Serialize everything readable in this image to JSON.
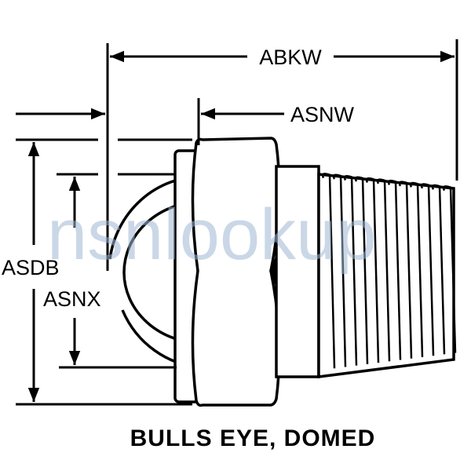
{
  "diagram": {
    "title": "BULLS EYE, DOMED",
    "dimensions": {
      "overall_length": "ABKW",
      "flange_to_end": "ASNW",
      "flange_diameter": "ASDB",
      "dome_diameter": "ASNX"
    },
    "watermark": "nsnlookup",
    "colors": {
      "line": "#000000",
      "watermark": "#9fb8d4"
    }
  }
}
